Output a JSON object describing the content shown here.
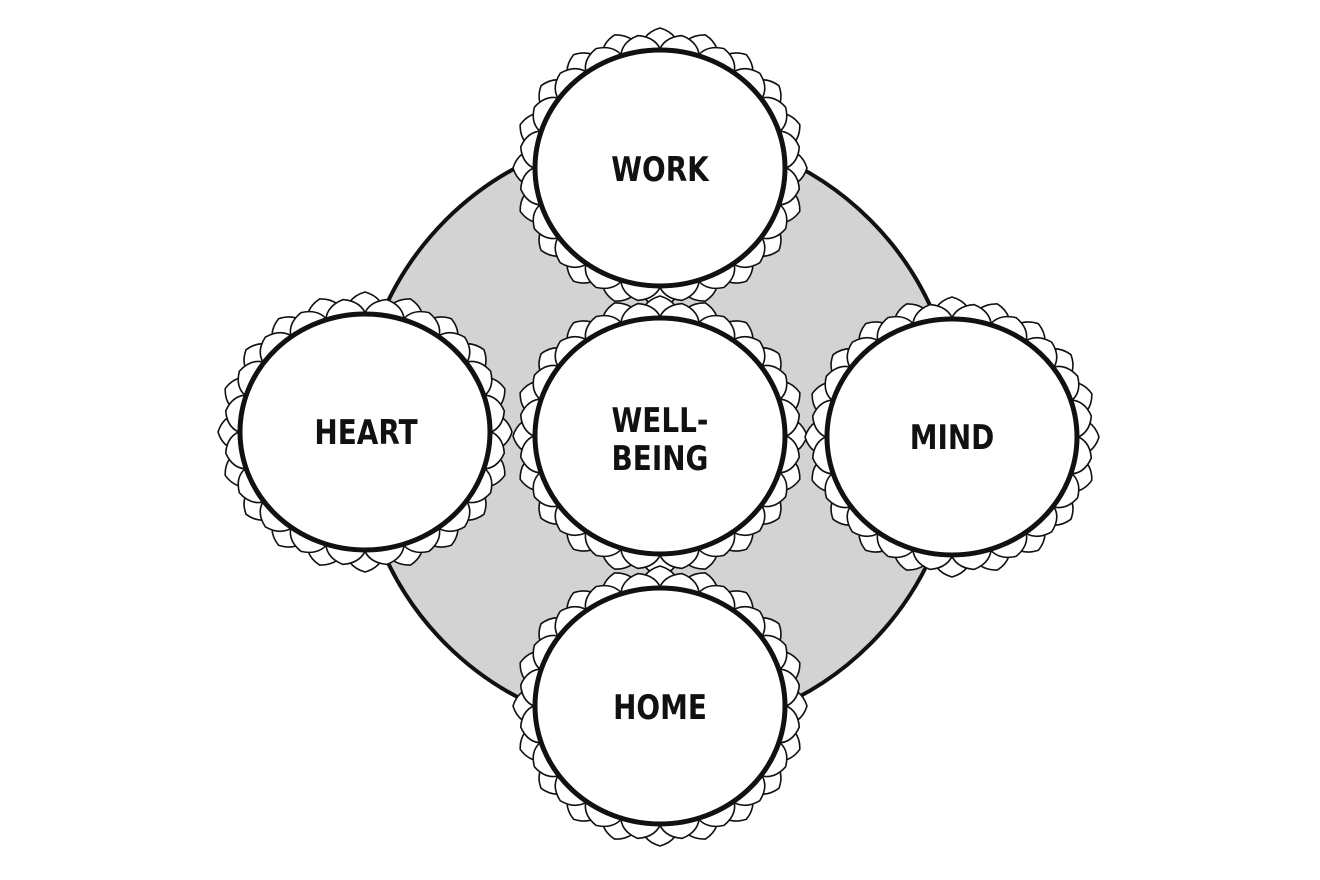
{
  "diagram": {
    "center": {
      "label_line1": "WELL-",
      "label_line2": "BEING"
    },
    "nodes": [
      {
        "id": "work",
        "label": "WORK"
      },
      {
        "id": "heart",
        "label": "HEART"
      },
      {
        "id": "mind",
        "label": "MIND"
      },
      {
        "id": "home",
        "label": "HOME"
      }
    ],
    "colors": {
      "background_disc": "#d3d3d3",
      "stroke": "#111111",
      "node_fill": "#ffffff"
    }
  }
}
